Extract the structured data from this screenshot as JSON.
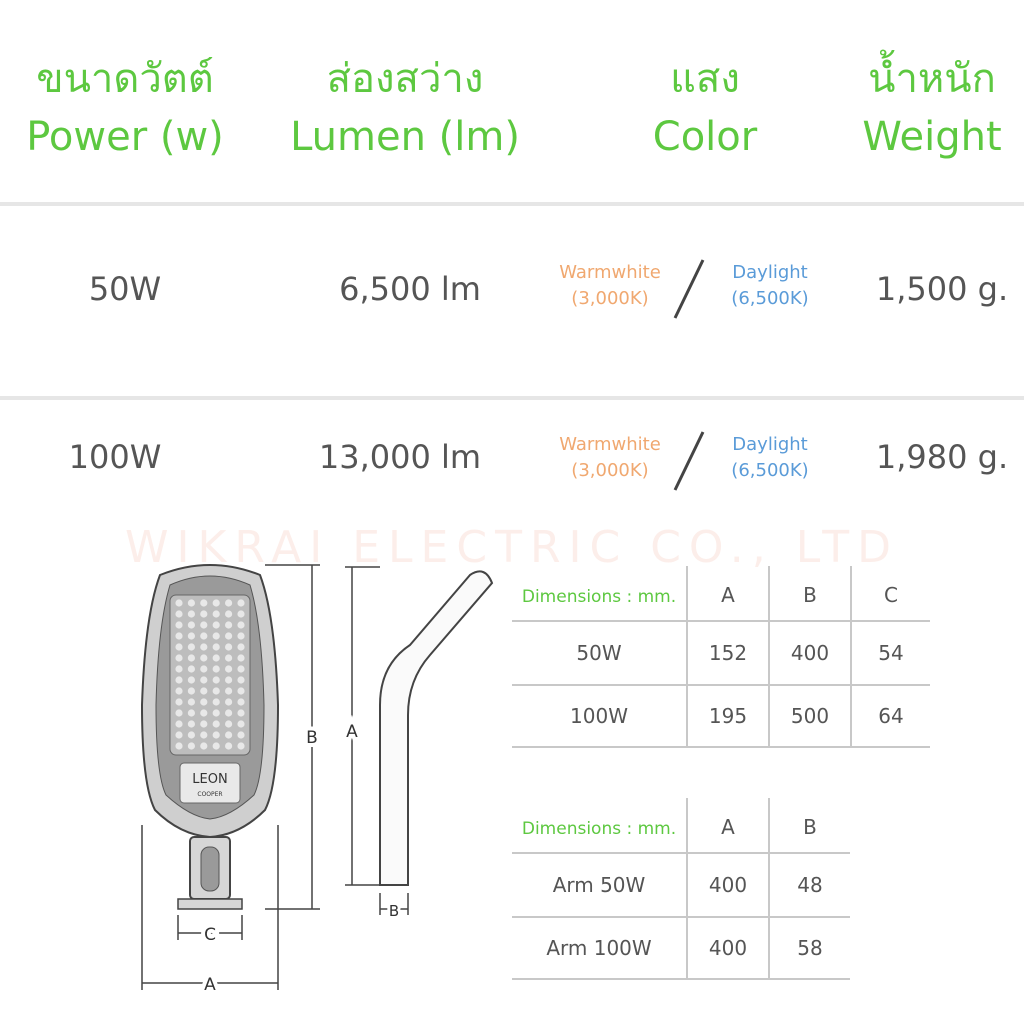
{
  "header": {
    "power": {
      "th": "ขนาดวัตต์",
      "en": "Power (w)"
    },
    "lumen": {
      "th": "ส่องสว่าง",
      "en": "Lumen (lm)"
    },
    "color": {
      "th": "แสง",
      "en": "Color"
    },
    "weight": {
      "th": "น้ำหนัก",
      "en": "Weight"
    }
  },
  "rows": [
    {
      "power": "50W",
      "lumen": "6,500 lm",
      "warm": "Warmwhite",
      "warm_k": "(3,000K)",
      "day": "Daylight",
      "day_k": "(6,500K)",
      "weight": "1,500 g."
    },
    {
      "power": "100W",
      "lumen": "13,000 lm",
      "warm": "Warmwhite",
      "warm_k": "(3,000K)",
      "day": "Daylight",
      "day_k": "(6,500K)",
      "weight": "1,980 g."
    }
  ],
  "watermark": "WIKRAI ELECTRIC CO., LTD",
  "lamp_table": {
    "header": [
      "Dimensions : mm.",
      "A",
      "B",
      "C"
    ],
    "rows": [
      [
        "50W",
        "152",
        "400",
        "54"
      ],
      [
        "100W",
        "195",
        "500",
        "64"
      ]
    ]
  },
  "arm_table": {
    "header": [
      "Dimensions : mm.",
      "A",
      "B"
    ],
    "rows": [
      [
        "Arm 50W",
        "400",
        "48"
      ],
      [
        "Arm 100W",
        "400",
        "58"
      ]
    ]
  },
  "drawing": {
    "brand": "LEON",
    "brand_sub": "COOPER",
    "label_a": "A",
    "label_b": "B",
    "label_c": "C",
    "arm_label_a": "A",
    "arm_label_b": "B"
  },
  "colors": {
    "accent": "#5dc840",
    "warm": "#f0a870",
    "daylight": "#5a9bd8"
  }
}
